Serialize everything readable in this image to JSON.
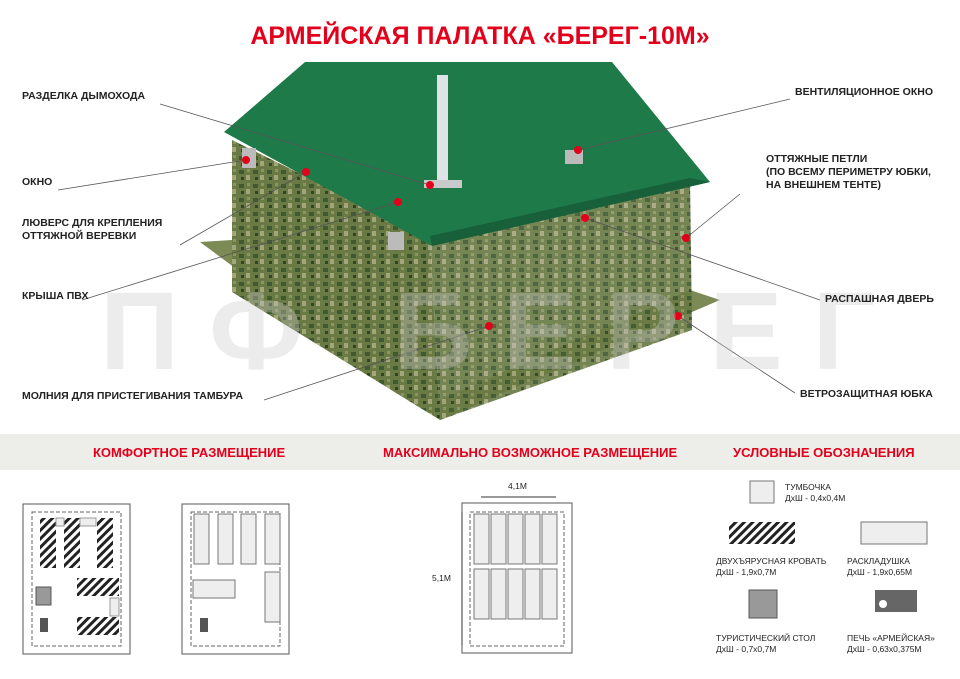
{
  "title": "АРМЕЙСКАЯ ПАЛАТКА «БЕРЕГ-10М»",
  "watermark": "ПФ БЕРЕГ",
  "callouts": {
    "chimney": "РАЗДЕЛКА ДЫМОХОДА",
    "window": "ОКНО",
    "grommet_1": "ЛЮВЕРС ДЛЯ КРЕПЛЕНИЯ",
    "grommet_2": "ОТТЯЖНОЙ ВЕРЕВКИ",
    "roof": "КРЫША ПВХ",
    "zipper": "МОЛНИЯ ДЛЯ ПРИСТЕГИВАНИЯ ТАМБУРА",
    "vent": "ВЕНТИЛЯЦИОННОЕ ОКНО",
    "loops_1": "ОТТЯЖНЫЕ ПЕТЛИ",
    "loops_2": "(ПО ВСЕМУ ПЕРИМЕТРУ ЮБКИ,",
    "loops_3": "НА ВНЕШНЕМ ТЕНТЕ)",
    "door": "РАСПАШНАЯ ДВЕРЬ",
    "skirt": "ВЕТРОЗАЩИТНАЯ ЮБКА"
  },
  "sections": {
    "comfort": "КОМФОРТНОЕ РАЗМЕЩЕНИЕ",
    "max": "МАКСИМАЛЬНО ВОЗМОЖНОЕ РАЗМЕЩЕНИЕ",
    "legend": "УСЛОВНЫЕ ОБОЗНАЧЕНИЯ"
  },
  "dimensions": {
    "width": "4,1М",
    "length": "5,1М"
  },
  "legend": [
    {
      "name": "ТУМБОЧКА",
      "size": "ДхШ - 0,4х0,4М"
    },
    {
      "name": "ДВУХЪЯРУСНАЯ КРОВАТЬ",
      "size": "ДхШ - 1,9х0,7М"
    },
    {
      "name": "РАСКЛАДУШКА",
      "size": "ДхШ - 1,9х0,65М"
    },
    {
      "name": "ТУРИСТИЧЕСКИЙ СТОЛ",
      "size": "ДхШ - 0,7х0,7М"
    },
    {
      "name": "ПЕЧЬ «АРМЕЙСКАЯ»",
      "size": "ДхШ - 0,63х0,375М"
    }
  ],
  "colors": {
    "accent": "#e3001b",
    "roof": "#1f7a4a",
    "camo": "#5d6e3c"
  }
}
